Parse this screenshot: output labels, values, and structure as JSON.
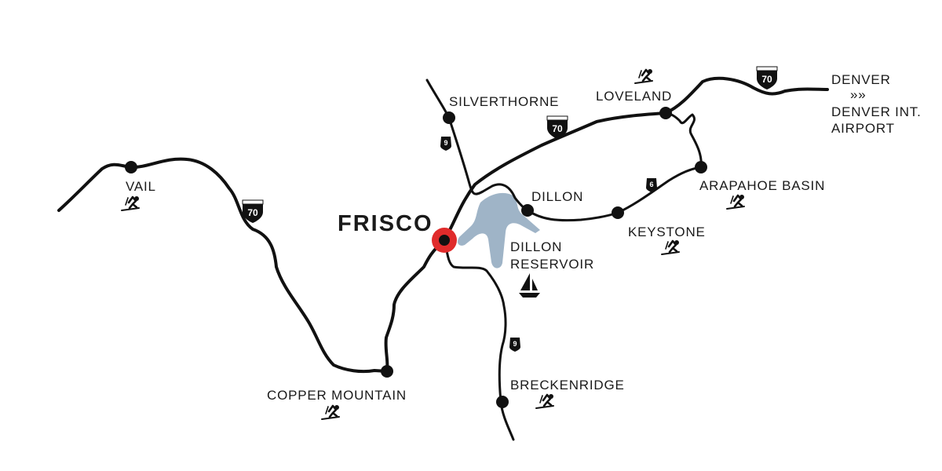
{
  "colors": {
    "road": "#111111",
    "water": "#9fb4c7",
    "highlight": "#e02b2b",
    "text": "#1a1a1a"
  },
  "places": {
    "frisco": "FRISCO",
    "silverthorne": "SILVERTHORNE",
    "loveland": "LOVELAND",
    "denver": "DENVER",
    "arrows": "»»",
    "denver_airport_line1": "DENVER INT.",
    "denver_airport_line2": "AIRPORT",
    "vail": "VAIL",
    "dillon": "DILLON",
    "arapahoe_basin": "ARAPAHOE BASIN",
    "keystone": "KEYSTONE",
    "dillon_reservoir_line1": "DILLON",
    "dillon_reservoir_line2": "RESERVOIR",
    "copper_mountain": "COPPER MOUNTAIN",
    "breckenridge": "BRECKENRIDGE"
  },
  "shields": {
    "interstate": "70",
    "highway_9": "9",
    "highway_6": "6"
  },
  "icons": {
    "ski": "skier-icon",
    "sail": "sailboat-icon"
  }
}
